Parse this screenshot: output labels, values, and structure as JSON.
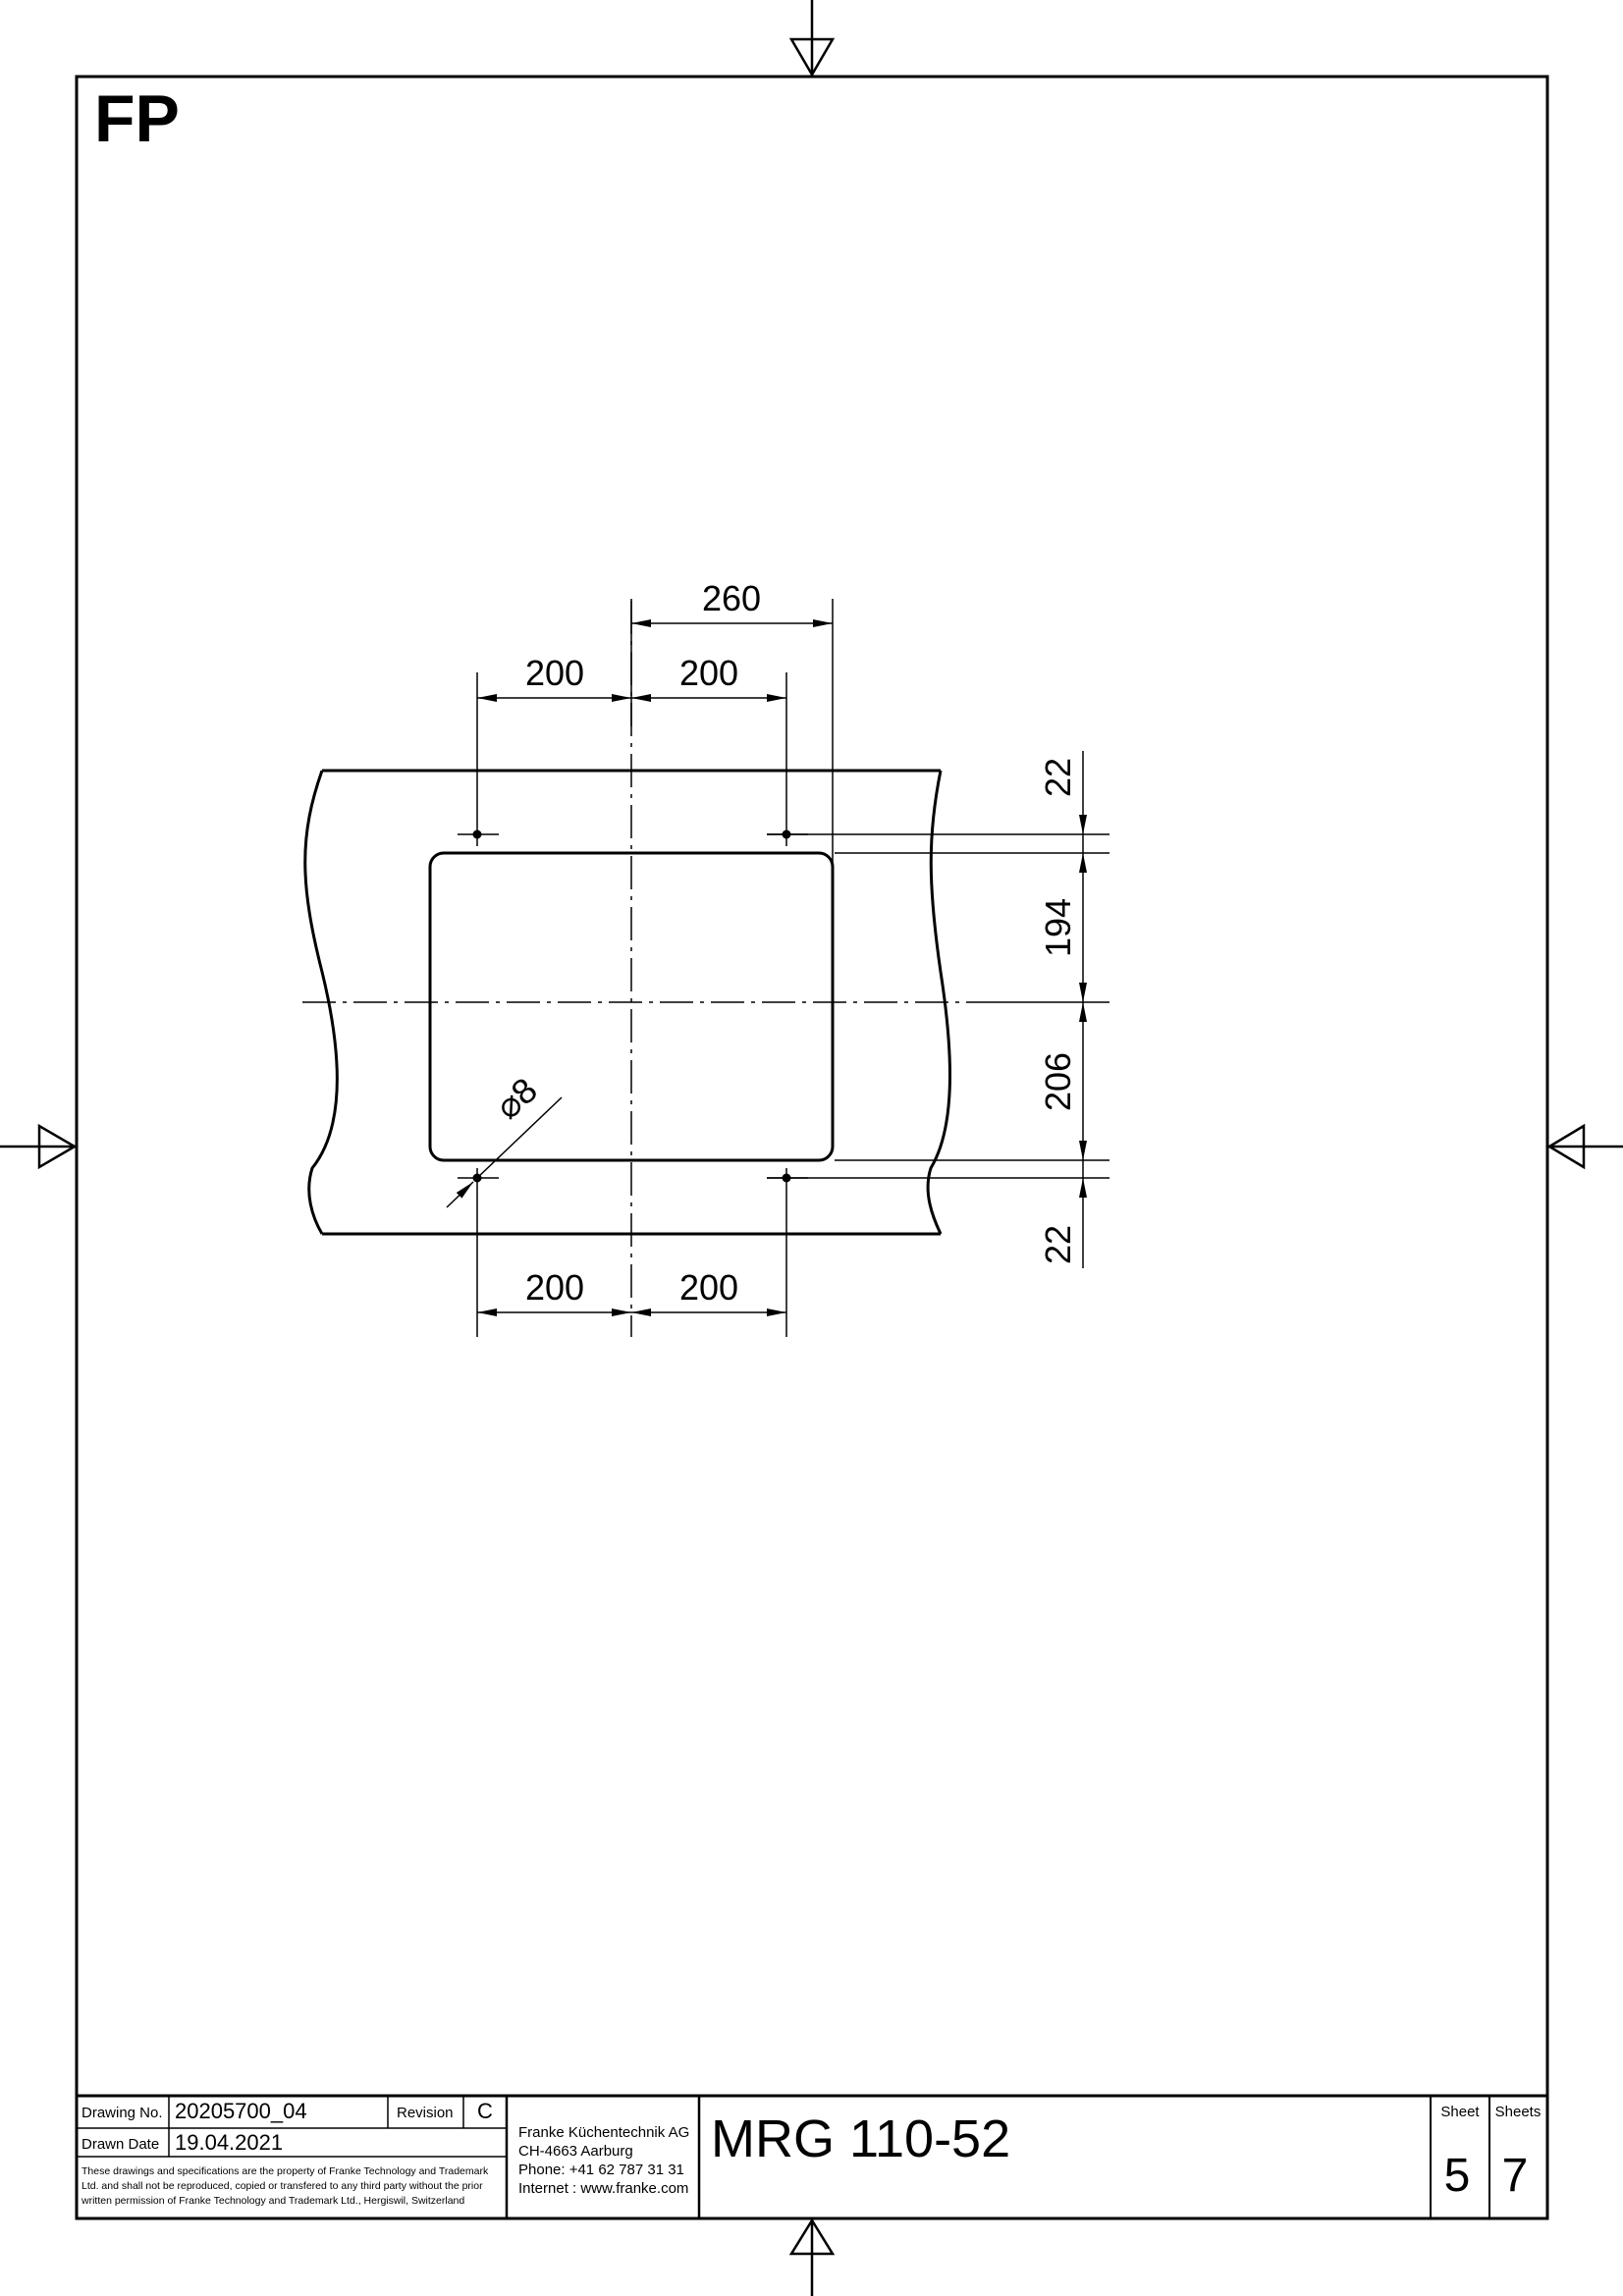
{
  "drawing_code": "FP",
  "dimensions": {
    "top_overall": "260",
    "top_left": "200",
    "top_right": "200",
    "bottom_left": "200",
    "bottom_right": "200",
    "right_top_margin": "22",
    "right_upper": "194",
    "right_lower": "206",
    "right_bottom_margin": "22",
    "hole_diameter": "⌀8"
  },
  "title_block": {
    "drawing_no_label": "Drawing No.",
    "drawing_no": "20205700_04",
    "revision_label": "Revision",
    "revision": "C",
    "drawn_date_label": "Drawn Date",
    "drawn_date": "19.04.2021",
    "disclaimer_lines": [
      "These drawings and specifications are the property of Franke Technology and Trademark",
      "Ltd. and shall not be reproduced, copied or transfered to any third party without the prior",
      "written permission of Franke Technology and Trademark Ltd., Hergiswil, Switzerland"
    ],
    "company_lines": [
      "Franke Küchentechnik AG",
      "CH-4663 Aarburg",
      "Phone:  +41 62 787 31 31",
      "Internet :  www.franke.com"
    ],
    "title": "MRG 110-52",
    "sheet_label": "Sheet",
    "sheet": "5",
    "sheets_label": "Sheets",
    "sheets": "7"
  }
}
